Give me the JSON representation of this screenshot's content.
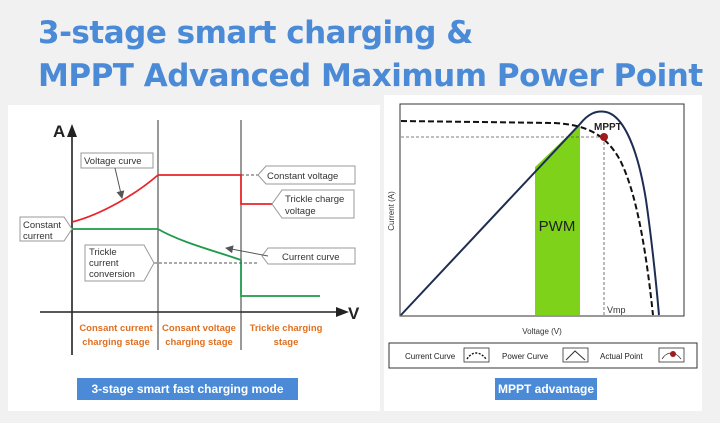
{
  "title_line1": "3-stage smart charging &",
  "title_line2": "MPPT Advanced Maximum Power Point",
  "left_diagram": {
    "y_axis": "A",
    "x_axis": "V",
    "labels": {
      "voltage_curve": "Voltage curve",
      "constant_voltage": "Constant voltage",
      "trickle_charge_voltage_1": "Trickle charge",
      "trickle_charge_voltage_2": "voltage",
      "constant_current_1": "Constant",
      "constant_current_2": "current",
      "trickle_conv_1": "Trickle",
      "trickle_conv_2": "current",
      "trickle_conv_3": "conversion",
      "current_curve": "Current curve"
    },
    "stages": [
      {
        "line1": "Consant current",
        "line2": "charging stage"
      },
      {
        "line1": "Consant voltage",
        "line2": "charging stage"
      },
      {
        "line1": "Trickle charging",
        "line2": "stage"
      }
    ],
    "caption": "3-stage smart fast charging mode"
  },
  "right_diagram": {
    "mppt_label": "MPPT",
    "pwm_label": "PWM",
    "vmp_label": "Vmp",
    "y_axis_label": "Current (A)",
    "x_axis_label": "Voltage (V)",
    "legend": [
      "Current Curve",
      "Power Curve",
      "Actual Point"
    ],
    "caption": "MPPT advantage"
  },
  "colors": {
    "accent": "#4a8ad6",
    "voltage_line": "#e8262a",
    "current_line": "#1f9a4b",
    "stage_text": "#e07020",
    "pwm_fill": "#7fd21a",
    "curve_navy": "#1e2d52",
    "mppt_dot": "#a01c1c"
  }
}
